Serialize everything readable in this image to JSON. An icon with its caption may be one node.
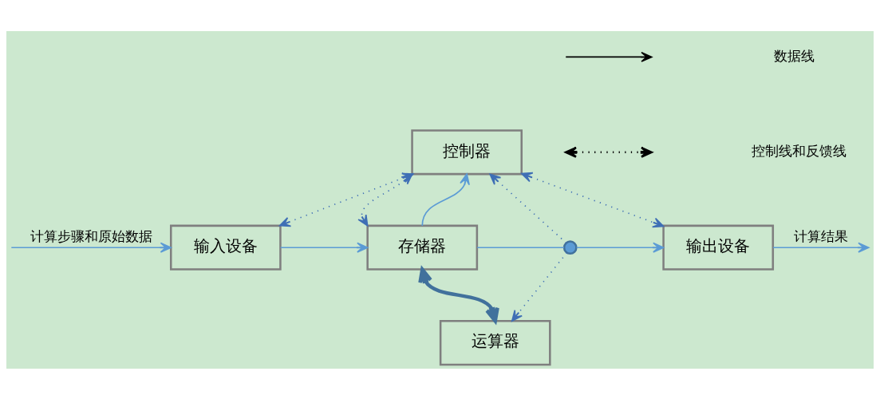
{
  "diagram": {
    "nodes": [
      {
        "text": [
          "控制器"
        ]
      },
      {
        "text": [
          "输入设备"
        ]
      },
      {
        "text": [
          "存储器"
        ]
      },
      {
        "text": [
          "输出设备"
        ]
      },
      {
        "text": [
          "运算器"
        ]
      },
      {
        "text": [],
        "shape": "circle"
      }
    ],
    "edges": [
      {
        "from": null,
        "to": 1,
        "arrow": "to",
        "label": "计算步骤和原始数据"
      },
      {
        "from": 1,
        "to": 2,
        "arrow": "to"
      },
      {
        "from": 2,
        "to": 0,
        "arrow": "to"
      },
      {
        "from": 0,
        "to": 1,
        "arrow": "both",
        "style": "dashed",
        "color": "#3f6fb5"
      },
      {
        "from": 0,
        "to": 2,
        "arrow": "both",
        "style": "dashed",
        "color": "#3f6fb5"
      },
      {
        "from": 0,
        "to": 3,
        "arrow": "both",
        "style": "dashed",
        "color": "#3f6fb5"
      },
      {
        "from": 2,
        "to": 4,
        "arrow": "both",
        "style": "thick",
        "color": "#41719c"
      },
      {
        "from": 2,
        "to": 5,
        "arrow": "none"
      },
      {
        "from": 5,
        "to": 3,
        "arrow": "to"
      },
      {
        "from": 5,
        "to": 0,
        "arrow": "to",
        "style": "dashed",
        "color": "#3f6fb5"
      },
      {
        "from": 5,
        "to": 4,
        "arrow": "to",
        "style": "dashed",
        "color": "#3f6fb5"
      },
      {
        "from": 3,
        "to": null,
        "arrow": "to",
        "label": "计算结果"
      }
    ],
    "legend": [
      {
        "text": "数据线"
      },
      {
        "text": "控制线和反馈线"
      }
    ]
  }
}
